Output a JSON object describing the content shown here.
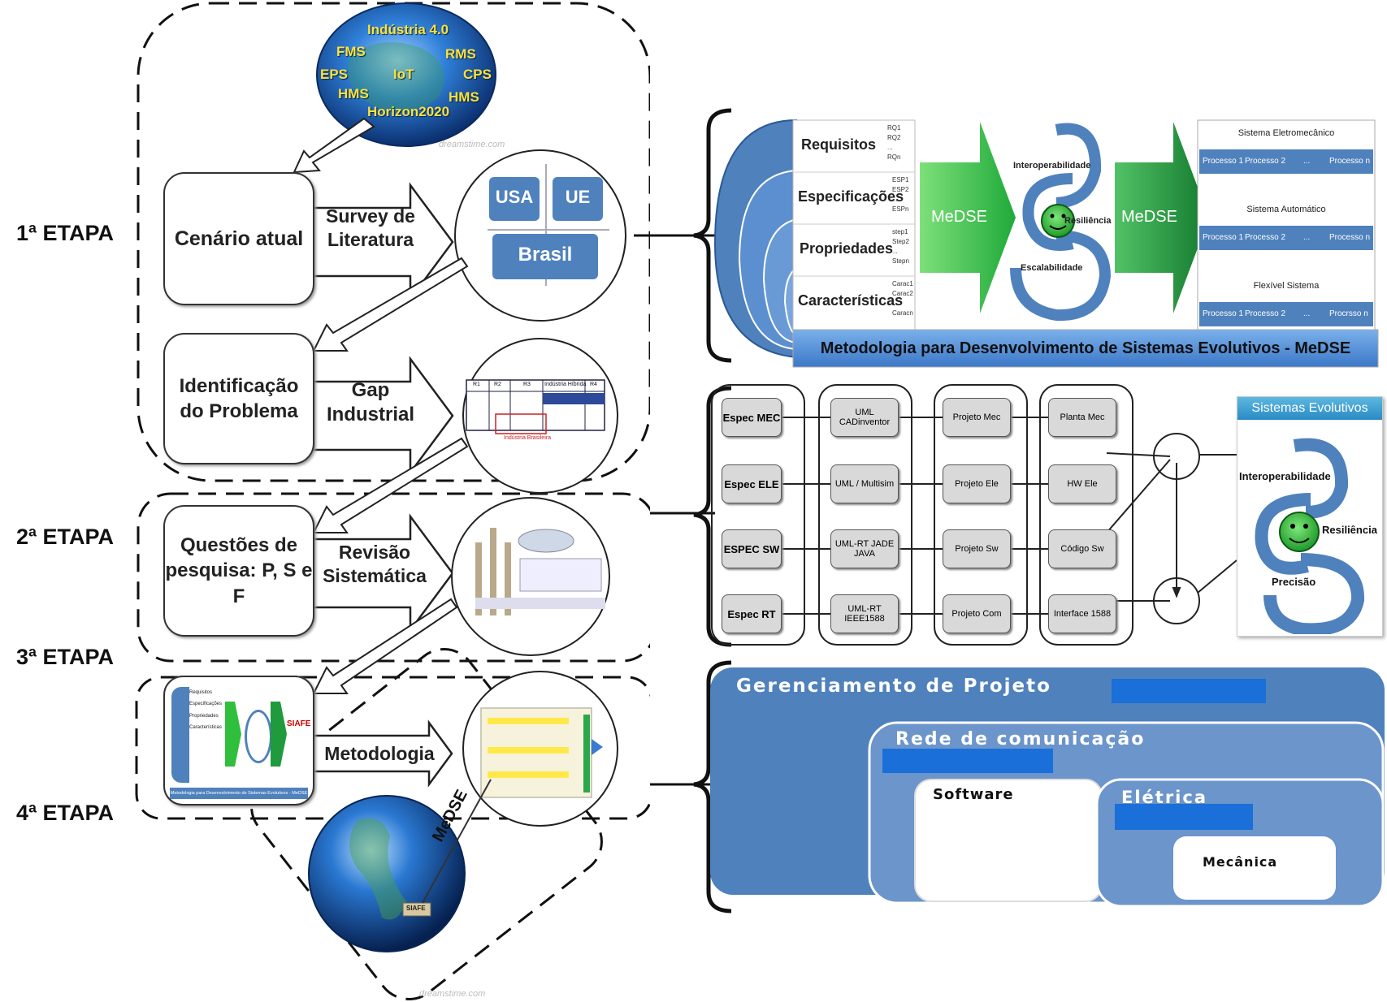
{
  "stages": [
    {
      "label": "1ª ETAPA"
    },
    {
      "label": "2ª ETAPA"
    },
    {
      "label": "3ª ETAPA"
    },
    {
      "label": "4ª ETAPA"
    }
  ],
  "globe_top": {
    "terms": [
      "Indústria 4.0",
      "FMS",
      "RMS",
      "EPS",
      "IoT",
      "CPS",
      "HMS",
      "HMS",
      "Horizon2020"
    ],
    "watermark": "dreamstime.com"
  },
  "left_flow": {
    "cenario": "Cenário atual",
    "survey": "Survey de Literatura",
    "regions": [
      "USA",
      "UE",
      "Brasil"
    ],
    "identificacao": "Identificação do Problema",
    "gap": "Gap Industrial",
    "gap_table_headers": [
      "R1",
      "R2",
      "R3",
      "Indústria Híbrida",
      "R4"
    ],
    "gap_table_footer": "Indústria Brasileira",
    "questoes": "Questões de pesquisa: P, S e F",
    "revisao": "Revisão Sistemática",
    "metodologia": "Metodologia",
    "medse_diag": "MeDSE",
    "bottom_globe_mark": "SIAFE",
    "watermark": "dreamstime.com"
  },
  "thumb_medse": {
    "items": [
      "Requisitos",
      "Especificações",
      "Propriedades",
      "Características"
    ],
    "caption": "Metodologia para Desenvolvimento de Sistemas Evolutivos - MeDSE",
    "mark": "SIAFE"
  },
  "panel1": {
    "rows": [
      {
        "label": "Requisitos",
        "bullets": [
          "RQ1",
          "RQ2",
          "...",
          "RQn"
        ]
      },
      {
        "label": "Especificações",
        "bullets": [
          "ESP1",
          "ESP2",
          "...",
          "ESPn"
        ]
      },
      {
        "label": "Propriedades",
        "bullets": [
          "step1",
          "Step2",
          "...",
          "Stepn"
        ]
      },
      {
        "label": "Características",
        "bullets": [
          "Carac1",
          "Carac2",
          "...",
          "Caracn"
        ]
      }
    ],
    "arrow1": "MeDSE",
    "arrow2": "MeDSE",
    "cycle": [
      "Interoperabilidade",
      "Resiliência",
      "Escalabilidade"
    ],
    "systems": [
      {
        "title": "Sistema Eletromecânico",
        "cells": [
          "Processo 1",
          "Processo 2",
          "...",
          "Processo n"
        ]
      },
      {
        "title": "Sistema Automático",
        "cells": [
          "Processo 1",
          "Processo 2",
          "...",
          "Processo n"
        ]
      },
      {
        "title": "Flexível Sistema",
        "cells": [
          "Processo 1",
          "Processo 2",
          "...",
          "Procrsso n"
        ]
      }
    ],
    "caption": "Metodologia para Desenvolvimento de Sistemas Evolutivos - MeDSE"
  },
  "panel2": {
    "col1": [
      "Espec MEC",
      "Espec ELE",
      "ESPEC SW",
      "Espec RT"
    ],
    "col2": [
      "UML CADinventor",
      "UML / Multisim",
      "UML-RT JADE  JAVA",
      "UML-RT IEEE1588"
    ],
    "col3": [
      "Projeto Mec",
      "Projeto Ele",
      "Projeto Sw",
      "Projeto Com"
    ],
    "col4": [
      "Planta Mec",
      "HW Ele",
      "Código Sw",
      "Interface 1588"
    ],
    "evo_title": "Sistemas Evolutivos",
    "evo_cycle": [
      "Interoperabilidade",
      "Resiliência",
      "Precisão"
    ]
  },
  "panel3": {
    "outer": "Gerenciamento de Projeto",
    "middle": "Rede de comunicação",
    "software": "Software",
    "eletrica": "Elétrica",
    "mecanica": "Mecânica"
  }
}
